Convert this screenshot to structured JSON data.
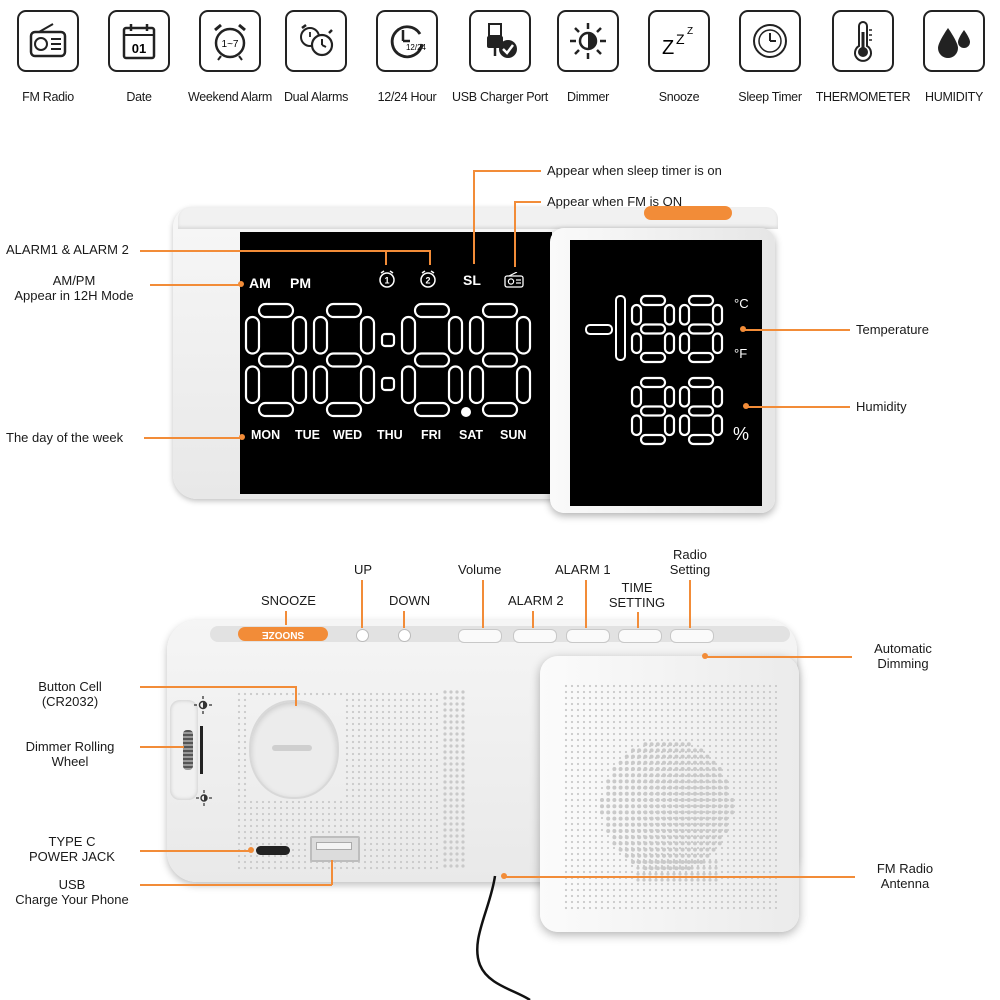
{
  "features": [
    {
      "icon": "radio-icon",
      "label": "FM Radio"
    },
    {
      "icon": "calendar-icon",
      "label": "Date"
    },
    {
      "icon": "weekend-alarm-icon",
      "label": "Weekend Alarm",
      "icon_text": "1~7"
    },
    {
      "icon": "dual-alarm-icon",
      "label": "Dual Alarms"
    },
    {
      "icon": "hour-format-icon",
      "label": "12/24 Hour",
      "icon_text": "12/24"
    },
    {
      "icon": "usb-charger-icon",
      "label": "USB Charger Port"
    },
    {
      "icon": "dimmer-icon",
      "label": "Dimmer"
    },
    {
      "icon": "snooze-icon",
      "label": "Snooze",
      "icon_text": "ZZZ"
    },
    {
      "icon": "sleep-timer-icon",
      "label": "Sleep Timer"
    },
    {
      "icon": "thermometer-icon",
      "label": "THERMOMETER"
    },
    {
      "icon": "humidity-icon",
      "label": "HUMIDITY"
    }
  ],
  "calendar_day": "01",
  "front": {
    "callouts": {
      "sleep_timer": "Appear when sleep timer is on",
      "fm_on": "Appear when FM is ON",
      "alarm12": "ALARM1 & ALARM 2",
      "ampm_line1": "AM/PM",
      "ampm_line2": "Appear in 12H Mode",
      "day_of_week": "The day of the week",
      "temperature": "Temperature",
      "humidity": "Humidity"
    },
    "display": {
      "am": "AM",
      "pm": "PM",
      "sl": "SL",
      "alarm1": "1",
      "alarm2": "2",
      "days": [
        "MON",
        "TUE",
        "WED",
        "THU",
        "FRI",
        "SAT",
        "SUN"
      ],
      "celsius": "°C",
      "fahrenheit": "°F",
      "percent": "%"
    }
  },
  "back": {
    "callouts": {
      "snooze": "SNOOZE",
      "up": "UP",
      "down": "DOWN",
      "volume": "Volume",
      "alarm2": "ALARM 2",
      "alarm1": "ALARM 1",
      "time_setting_1": "TIME",
      "time_setting_2": "SETTING",
      "radio_setting_1": "Radio",
      "radio_setting_2": "Setting",
      "auto_dimming_1": "Automatic",
      "auto_dimming_2": "Dimming",
      "button_cell_1": "Button Cell",
      "button_cell_2": "(CR2032)",
      "dimmer_wheel_1": "Dimmer Rolling",
      "dimmer_wheel_2": "Wheel",
      "type_c_1": "TYPE C",
      "type_c_2": "POWER JACK",
      "usb_1": "USB",
      "usb_2": "Charge Your Phone",
      "antenna_1": "FM Radio",
      "antenna_2": "Antenna"
    },
    "snooze_button_text": "SNOOZE"
  },
  "colors": {
    "accent": "#f28c38",
    "lcd": "#000000",
    "segment": "#ffffff"
  }
}
